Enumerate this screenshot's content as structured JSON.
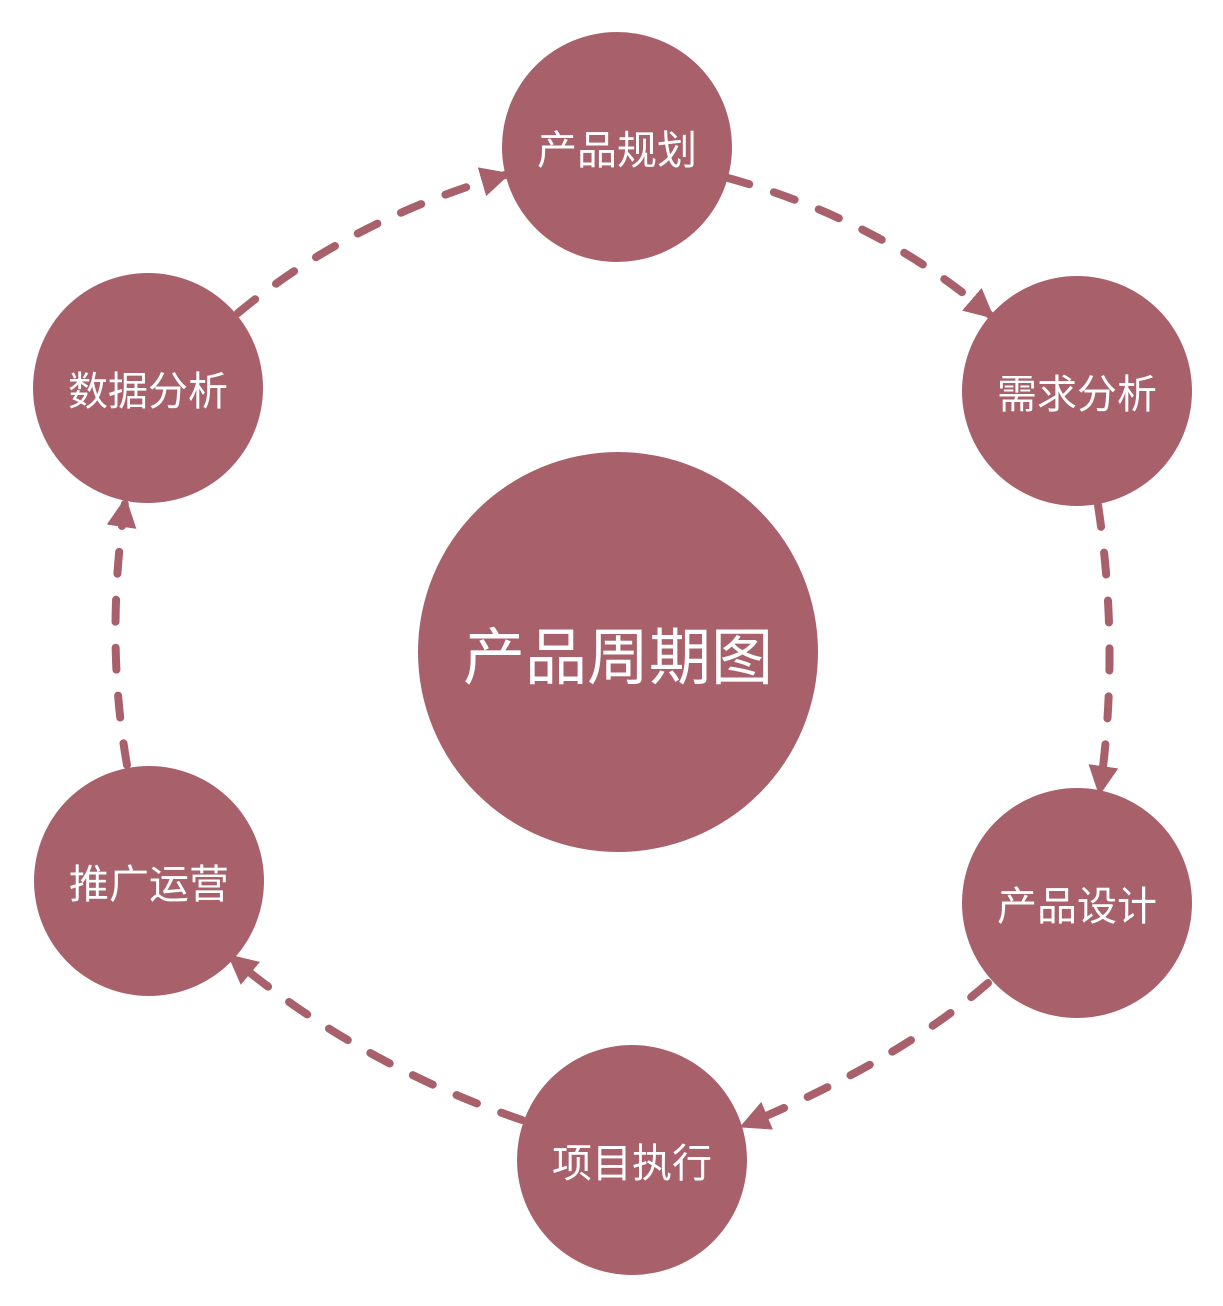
{
  "diagram": {
    "center": {
      "label": "产品周期图"
    },
    "stages": [
      {
        "id": "plan",
        "label": "产品规划"
      },
      {
        "id": "req",
        "label": "需求分析"
      },
      {
        "id": "design",
        "label": "产品设计"
      },
      {
        "id": "exec",
        "label": "项目执行"
      },
      {
        "id": "ops",
        "label": "推广运营"
      },
      {
        "id": "data",
        "label": "数据分析"
      }
    ],
    "flow": [
      "plan",
      "req",
      "design",
      "exec",
      "ops",
      "data",
      "plan"
    ],
    "connector_style": "dashed-arrow"
  },
  "colors": {
    "node_fill": "#A8616B",
    "connector": "#A8616B",
    "text": "#FFFFFF",
    "background": "#FFFFFF"
  }
}
